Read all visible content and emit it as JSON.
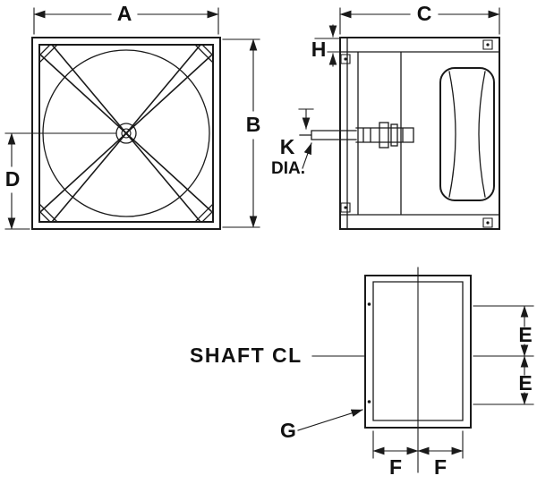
{
  "colors": {
    "ink": "#1a1a1a",
    "background": "#ffffff"
  },
  "views": {
    "front": {
      "dim_width": "A",
      "dim_height": "B",
      "dim_center_to_base": "D"
    },
    "side": {
      "dim_depth": "C",
      "dim_rail_height": "H",
      "dim_shaft_letter": "K",
      "dim_shaft_suffix": "DIA."
    },
    "plan": {
      "callout_shaft": "SHAFT CL",
      "dim_e_upper": "E",
      "dim_e_lower": "E",
      "dim_f_left": "F",
      "dim_f_right": "F",
      "callout_g": "G"
    }
  }
}
